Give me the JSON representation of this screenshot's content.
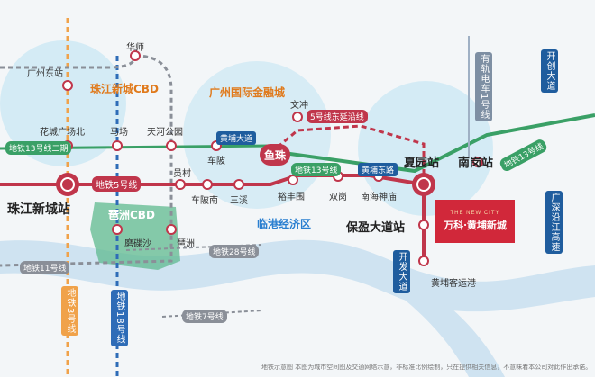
{
  "zones": {
    "cbd": "珠江新城CBD",
    "ifc": "广州国际金融城",
    "pazhou_cbd": "琶洲CBD",
    "lingang": "临港经济区"
  },
  "lines": {
    "line5": "地铁5号线",
    "line5_east": "5号线东延沿线",
    "line13": "地铁13号线",
    "line13_phase2": "地铁13号线二期",
    "line13_mid": "地铁13号线",
    "line11": "地铁11号线",
    "line3": "地铁3号线",
    "line18": "地铁18号线",
    "line28": "地铁28号线",
    "line7": "地铁7号线",
    "line13_east": "地铁13号线"
  },
  "roads": {
    "huangpu_ave": "黄埔大道",
    "huangpu_east": "黄埔东路",
    "kaifa_ave": "开发大道",
    "kaichuang_ave": "开创大道",
    "youtuo_road": "有轨电车1号线",
    "guangshen": "广深沿江高速"
  },
  "stations": {
    "huashi": "华师",
    "gz_east": "广州东站",
    "huacheng": "花城广场北",
    "machang": "马场",
    "tianhe_park": "天河公园",
    "chebei": "车陂",
    "wenchong": "文冲",
    "yuanzhu": "鱼珠",
    "yuancun": "员村",
    "chebei_south": "车陂南",
    "sanxi": "三溪",
    "yufengwei": "裕丰围",
    "shuanggang": "双岗",
    "nanhai": "南海神庙",
    "xiayuan": "夏园站",
    "nangang": "南岗站",
    "zhujiang": "珠江新城站",
    "mojiesha": "磨碟沙",
    "pazhou": "琶洲",
    "baoying": "保盈大道站",
    "huangpu_port": "黄埔客运港"
  },
  "project": {
    "brand": "万科·黄埔新城",
    "sub": "THE NEW CITY"
  },
  "disclaimer": "地铁示意图   本图为城市空间图及交通网络示意，非标准比例绘制，只在提供相关信息，不意味着本公司对此作出承诺。"
}
